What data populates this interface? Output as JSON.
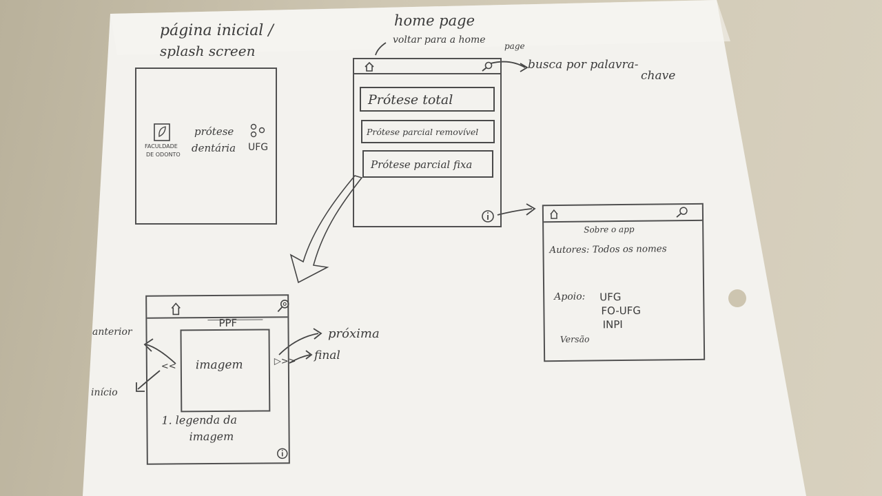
{
  "splash": {
    "title_line1": "página inicial /",
    "title_line2": "splash screen",
    "logo_line1": "FACULDADE",
    "logo_line2": "DE ODONTO",
    "center_line1": "prótese",
    "center_line2": "dentária",
    "right_text": "UFG"
  },
  "home": {
    "title": "home page",
    "home_note_line1": "voltar para a home",
    "home_note_line2": "page",
    "search_note_line1": "busca por palavra-",
    "search_note_line2": "chave",
    "buttons": [
      {
        "label": "Prótese total"
      },
      {
        "label": "Prótese parcial removível"
      },
      {
        "label": "Prótese parcial fixa"
      }
    ]
  },
  "about": {
    "title": "Sobre o app",
    "authors": "Autores: Todos os nomes",
    "support_label": "Apoio:",
    "support_items": [
      "UFG",
      "FO-UFG",
      "INPI"
    ],
    "version": "Versão"
  },
  "detail": {
    "title": "PPF",
    "image_label": "imagem",
    "caption_line1": "1. legenda da",
    "caption_line2": "imagem",
    "prev_glyph": "<<",
    "next_glyph": "▷>>",
    "prev_note": "anterior",
    "first_note": "início",
    "next_note": "próxima",
    "last_note": "final"
  },
  "icons": [
    "home-icon",
    "search-icon",
    "info-icon",
    "hole-punch"
  ]
}
